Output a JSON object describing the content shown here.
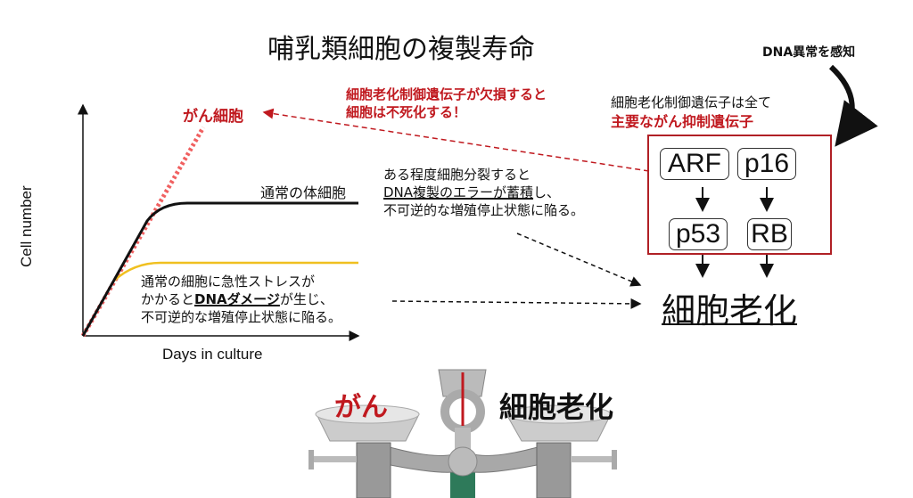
{
  "title": "哺乳類細胞の複製寿命",
  "graph": {
    "ylabel": "Cell number",
    "xlabel": "Days in culture",
    "cancer_label": "がん細胞",
    "normal_label": "通常の体細胞",
    "stress_text": [
      "通常の細胞に急性ストレスが",
      "かかると",
      "DNAダメージ",
      "が生じ、",
      "不可逆的な増殖停止状態に陥る。"
    ]
  },
  "replication_text": [
    "ある程度細胞分裂すると",
    "DNA複製のエラーが蓄積",
    "し、",
    "不可逆的な増殖停止状態に陥る。"
  ],
  "deletion_text": [
    "細胞老化制御遺伝子が欠損すると",
    "細胞は不死化する！"
  ],
  "dna_sensing": "DNA異常を感知",
  "genes_caption": [
    "細胞老化制御遺伝子は全て",
    "主要ながん抑制遺伝子"
  ],
  "genes": [
    "ARF",
    "p16",
    "p53",
    "RB"
  ],
  "senescence": "細胞老化",
  "balance": {
    "left": "がん",
    "right": "細胞老化"
  },
  "colors": {
    "red": "#c0191f",
    "yellow": "#f0c020",
    "cancer_dots": "#f06060"
  }
}
